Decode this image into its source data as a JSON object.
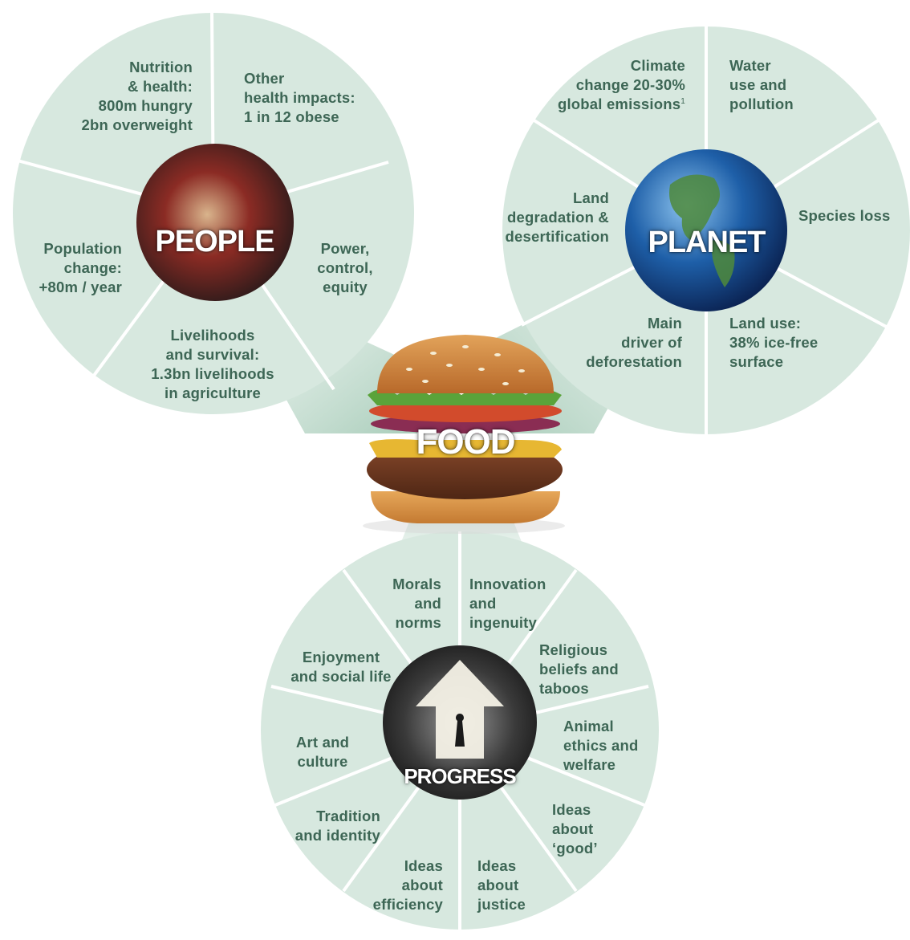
{
  "colors": {
    "wedge_fill": "#d7e8df",
    "wedge_line": "#ffffff",
    "label_text": "#3d6655",
    "people_photo": "#8b2b24",
    "planet_ocean": "#1e5fa8",
    "progress_photo": "#3a3a3a"
  },
  "icons": {
    "people": "crowd-photo",
    "planet": "earth-globe-photo",
    "food": "hamburger-photo",
    "progress": "arrow-door-photo"
  },
  "food": {
    "label": "FOOD"
  },
  "people": {
    "title": "PEOPLE",
    "segments": [
      {
        "text": "Nutrition\n& health:\n800m hungry\n2bn overweight"
      },
      {
        "text": "Other\nhealth impacts:\n1 in 12 obese"
      },
      {
        "text": "Power,\ncontrol,\nequity"
      },
      {
        "text": "Livelihoods\nand survival:\n1.3bn livelihoods\nin agriculture"
      },
      {
        "text": "Population\nchange:\n+80m / year"
      }
    ]
  },
  "planet": {
    "title": "PLANET",
    "segments": [
      {
        "text": "Climate\nchange 20-30%\nglobal emissions",
        "footnote": "1"
      },
      {
        "text": "Water\nuse and\npollution"
      },
      {
        "text": "Species loss"
      },
      {
        "text": "Land use:\n38% ice-free\nsurface"
      },
      {
        "text": "Main\ndriver of\ndeforestation"
      },
      {
        "text": "Land\ndegradation &\ndesertification"
      }
    ]
  },
  "progress": {
    "title": "PROGRESS",
    "segments": [
      {
        "text": "Morals\nand\nnorms"
      },
      {
        "text": "Innovation\nand\ningenuity"
      },
      {
        "text": "Religious\nbeliefs and\ntaboos"
      },
      {
        "text": "Animal\nethics and\nwelfare"
      },
      {
        "text": "Ideas\nabout\n‘good’"
      },
      {
        "text": "Ideas\nabout\njustice"
      },
      {
        "text": "Ideas\nabout\nefficiency"
      },
      {
        "text": "Tradition\nand identity"
      },
      {
        "text": "Art and\nculture"
      },
      {
        "text": "Enjoyment\nand social life"
      }
    ]
  }
}
